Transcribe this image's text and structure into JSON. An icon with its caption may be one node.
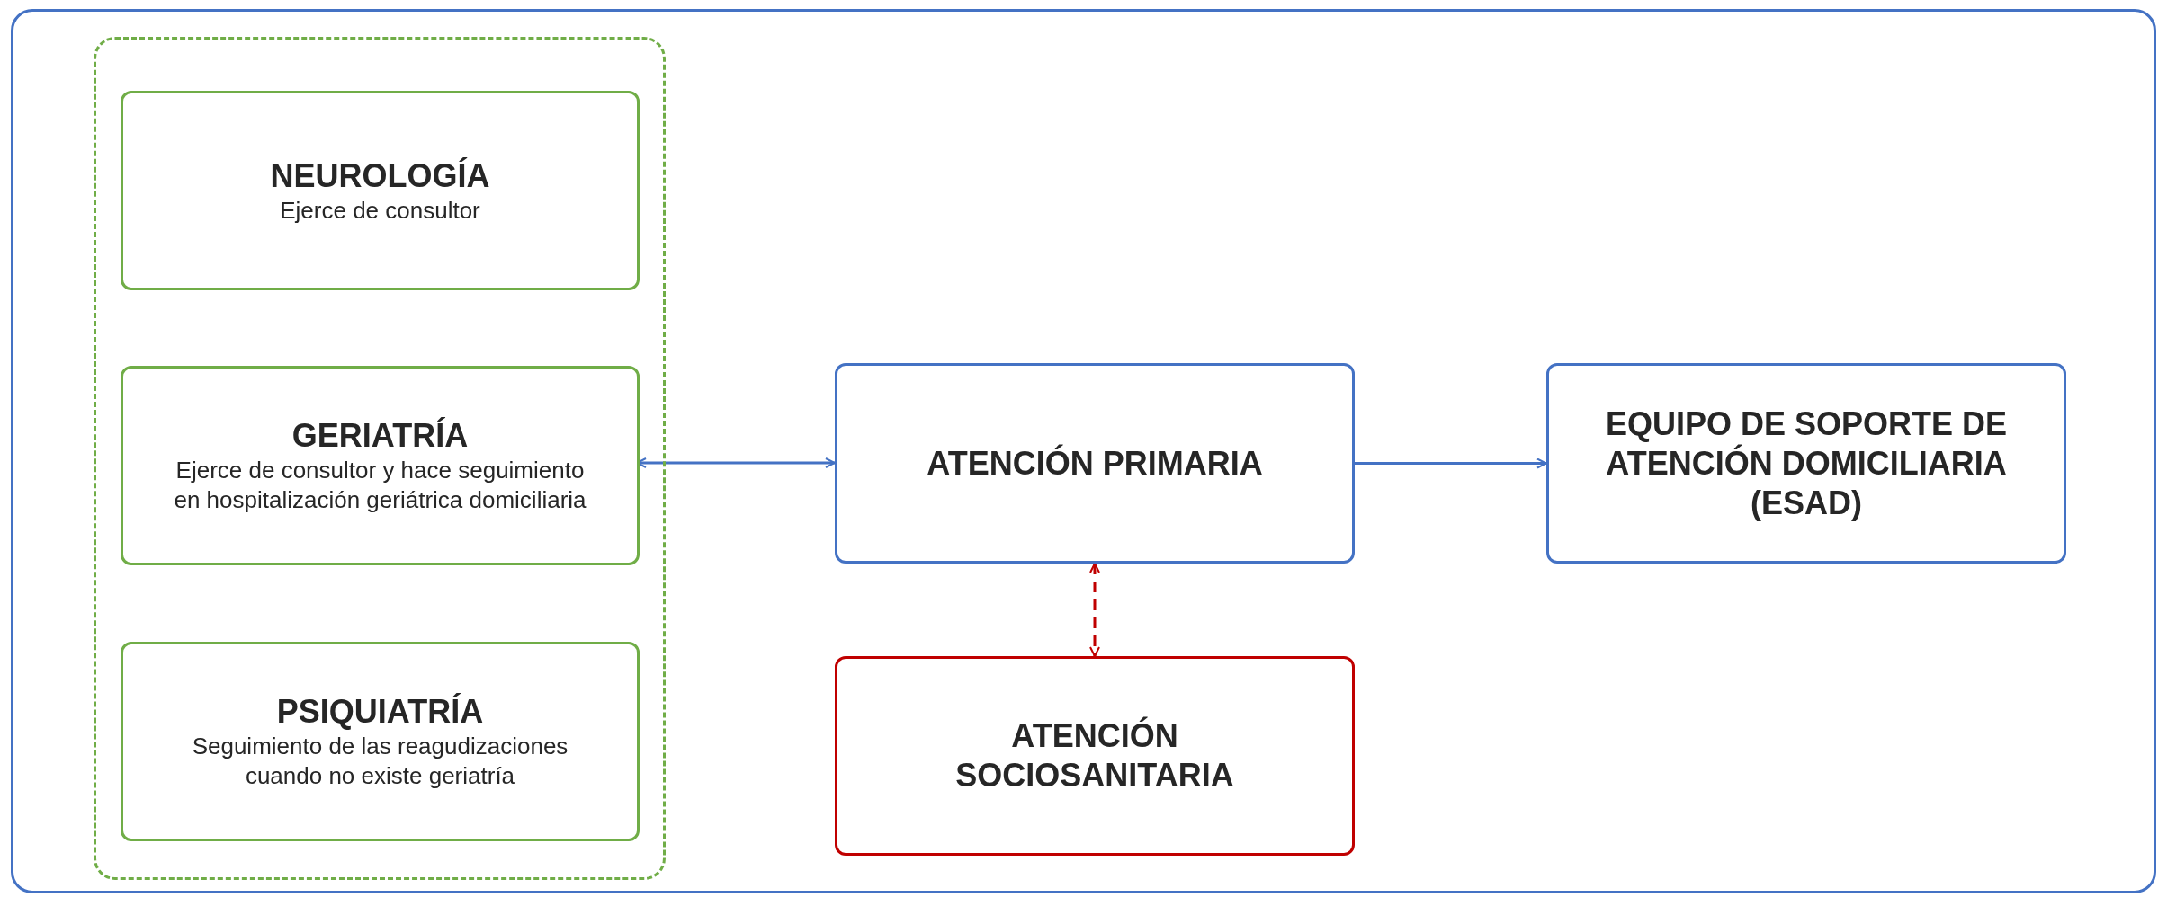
{
  "diagram": {
    "nodes": [
      {
        "text": [],
        "shape": "box"
      },
      {
        "text": [
          "NEUROLOGÍA",
          "Ejerce de consultor"
        ],
        "in": 0
      },
      {
        "text": [
          "GERIATRÍA",
          "Ejerce de consultor y hace seguimiento en hospitalización geriátrica domiciliaria"
        ],
        "in": 0
      },
      {
        "text": [
          "PSIQUIATRÍA",
          "Seguimiento de las reagudizaciones cuando no existe geriatría"
        ],
        "in": 0
      },
      {
        "text": [
          "ATENCIÓN PRIMARIA"
        ]
      },
      {
        "text": [
          "EQUIPO DE SOPORTE DE ATENCIÓN DOMICILIARIA (ESAD)"
        ]
      },
      {
        "text": [
          "ATENCIÓN SOCIOSANITARIA"
        ]
      }
    ],
    "edges": [
      {
        "from": 2,
        "to": 4,
        "arrow": "both"
      },
      {
        "from": 4,
        "to": 5,
        "arrow": "to"
      },
      {
        "from": 4,
        "to": 6,
        "arrow": "both",
        "style": "dashed",
        "color": "#c00000"
      }
    ]
  }
}
